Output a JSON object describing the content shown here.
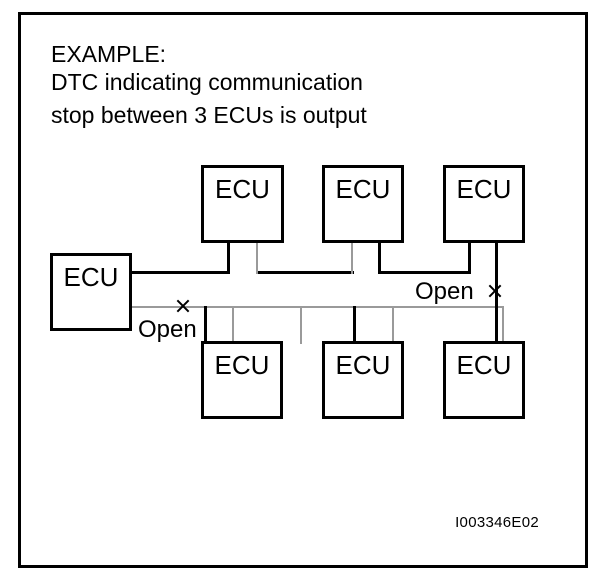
{
  "figure": {
    "caption_lines": [
      "EXAMPLE:",
      "DTC indicating communication",
      "stop between 3 ECUs is output"
    ],
    "reference_code": "I003346E02",
    "colors": {
      "line": "#000000",
      "secondary_line": "#9a9a9a",
      "background": "#ffffff"
    }
  },
  "diagram": {
    "type": "network-topology",
    "node_label": "ECU",
    "nodes": [
      {
        "id": "ecu-left",
        "label": "ECU",
        "row": "middle",
        "column": 0
      },
      {
        "id": "ecu-top-1",
        "label": "ECU",
        "row": "top",
        "column": 1
      },
      {
        "id": "ecu-top-2",
        "label": "ECU",
        "row": "top",
        "column": 2
      },
      {
        "id": "ecu-top-3",
        "label": "ECU",
        "row": "top",
        "column": 3
      },
      {
        "id": "ecu-bottom-1",
        "label": "ECU",
        "row": "bottom",
        "column": 1
      },
      {
        "id": "ecu-bottom-2",
        "label": "ECU",
        "row": "bottom",
        "column": 2
      },
      {
        "id": "ecu-bottom-3",
        "label": "ECU",
        "row": "bottom",
        "column": 3
      }
    ],
    "node_count": 7,
    "bus_lines": [
      {
        "id": "bus-upper",
        "style": "solid"
      },
      {
        "id": "bus-lower",
        "style": "light"
      }
    ],
    "faults": [
      {
        "id": "open-left",
        "label": "Open",
        "marker": "x",
        "bus": "bus-lower"
      },
      {
        "id": "open-right",
        "label": "Open",
        "marker": "x",
        "bus": "branch-right"
      }
    ]
  }
}
